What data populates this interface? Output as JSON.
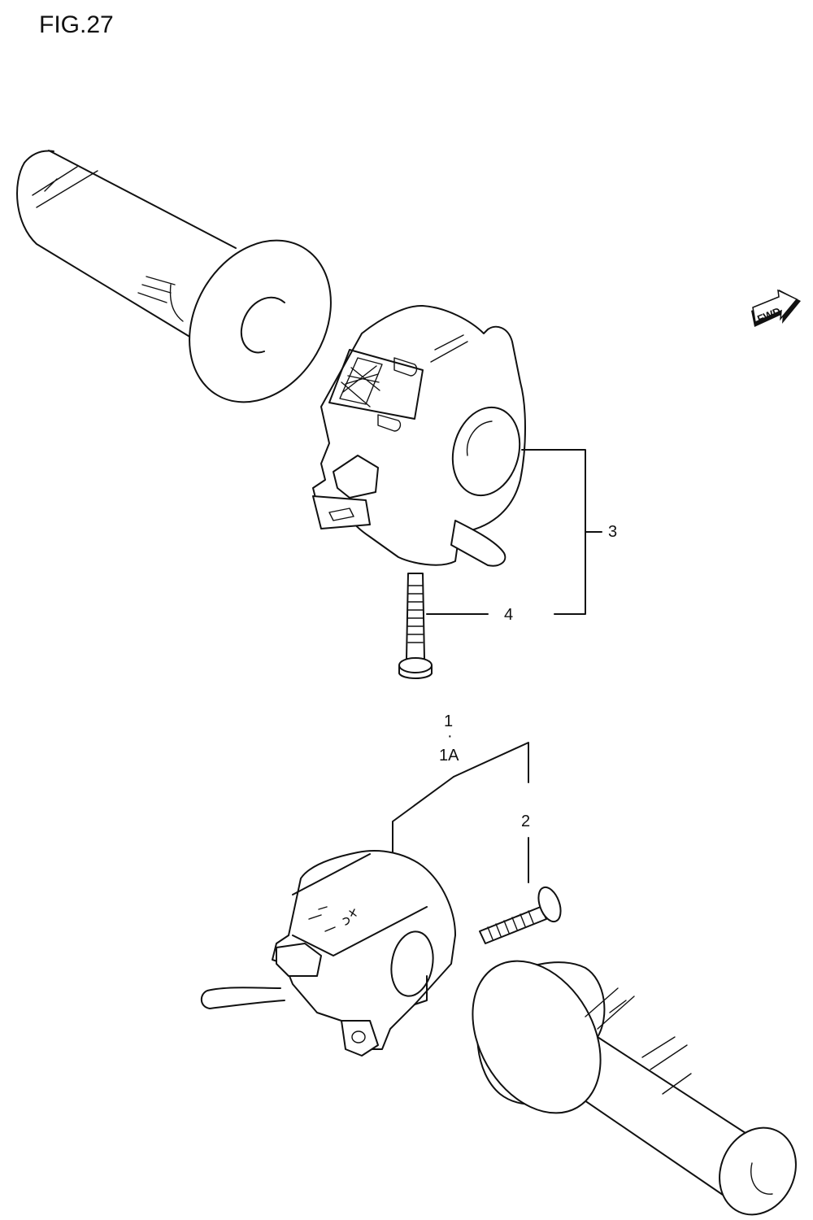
{
  "figure": {
    "title": "FIG.27",
    "fwd_label": "FWD"
  },
  "callouts": {
    "part_1": "1",
    "separator": "·",
    "part_1a": "1A",
    "part_2": "2",
    "part_3": "3",
    "part_4": "4"
  }
}
